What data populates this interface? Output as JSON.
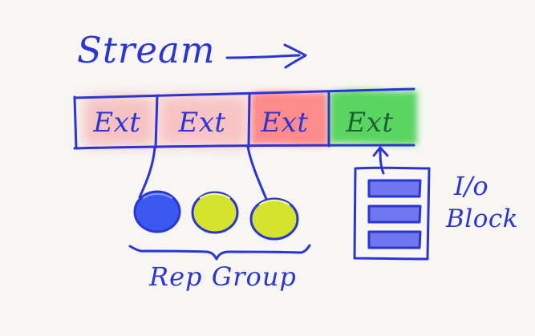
{
  "diagram": {
    "title": "Stream",
    "extents": [
      "Ext",
      "Ext",
      "Ext",
      "Ext"
    ],
    "rep_group_label": "Rep Group",
    "io_block_label": [
      "I/o",
      "Block"
    ],
    "colors": {
      "ink": "#2b35d6",
      "paper": "#f7f6f3",
      "extent_fills": [
        "#f6b4b4",
        "#f8b3b3",
        "#ff7d7d",
        "#54d45c"
      ],
      "rep_nodes": [
        "#3a58f0",
        "#d4e32c",
        "#d4e32c"
      ],
      "io_blocks": "#6f76ee"
    }
  }
}
